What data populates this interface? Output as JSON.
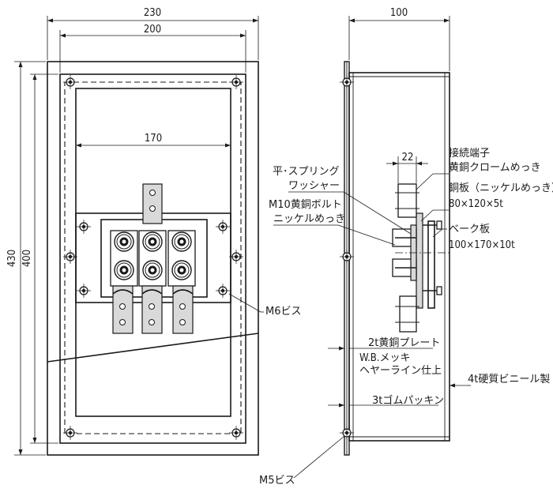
{
  "dimensions": {
    "overall_width": "230",
    "inner_width": "200",
    "plate_width": "170",
    "overall_height": "430",
    "inner_height": "400",
    "depth": "100",
    "terminal_width": "22"
  },
  "labels": {
    "terminal_title": "接続端子",
    "terminal_material": "黄銅クロームめっき",
    "copper_plate": "銅板（ニッケルめっき）",
    "copper_size": "80×120×5t",
    "bakelite": "ベーク板",
    "bakelite_size": "100×170×10t",
    "spring": "平･スプリング",
    "washer": "ワッシャー",
    "bolt": "M10黄銅ボルト",
    "bolt_finish": "ニッケルめっき",
    "m6": "M6ビス",
    "m5": "M5ビス",
    "brass_plate": "2t黄銅プレート",
    "wb": "W.B.メッキ",
    "hairline": "ヘヤーライン仕上",
    "vinyl": "4t硬質ビニール製",
    "gasket": "3tゴムパッキン"
  }
}
